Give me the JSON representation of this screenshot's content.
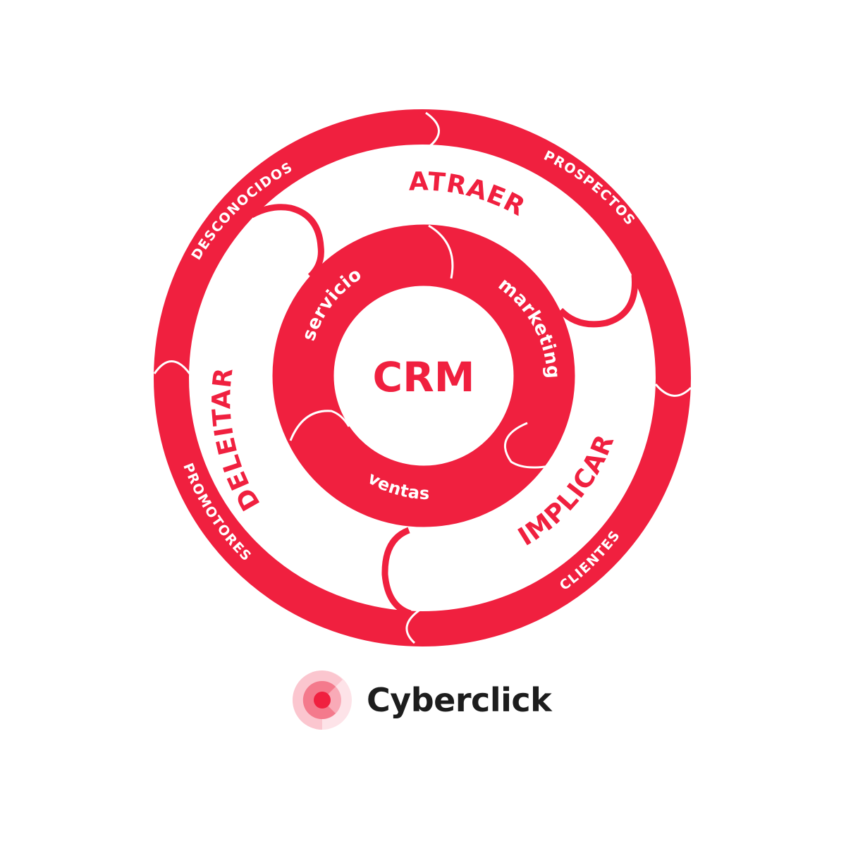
{
  "colors": {
    "primary": "#f0203f",
    "background": "#ffffff",
    "logo_text": "#1d1d1d",
    "logo_outer": "#fbc6cf",
    "logo_middle": "#f47a8c",
    "logo_center": "#f0203f"
  },
  "center": {
    "label": "CRM"
  },
  "inner_ring": {
    "segments": [
      {
        "id": "marketing",
        "label": "marketing"
      },
      {
        "id": "ventas",
        "label": "ventas"
      },
      {
        "id": "servicio",
        "label": "servicio"
      }
    ]
  },
  "stages": [
    {
      "id": "atraer",
      "label": "ATRAER"
    },
    {
      "id": "implicar",
      "label": "IMPLICAR"
    },
    {
      "id": "deleitar",
      "label": "DELEITAR"
    }
  ],
  "outer_ring": {
    "segments": [
      {
        "id": "desconocidos",
        "label": "DESCONOCIDOS"
      },
      {
        "id": "prospectos",
        "label": "PROSPECTOS"
      },
      {
        "id": "clientes",
        "label": "CLIENTES"
      },
      {
        "id": "promotores",
        "label": "PROMOTORES"
      }
    ]
  },
  "logo": {
    "name": "Cyberclick",
    "icon": "target-icon"
  }
}
